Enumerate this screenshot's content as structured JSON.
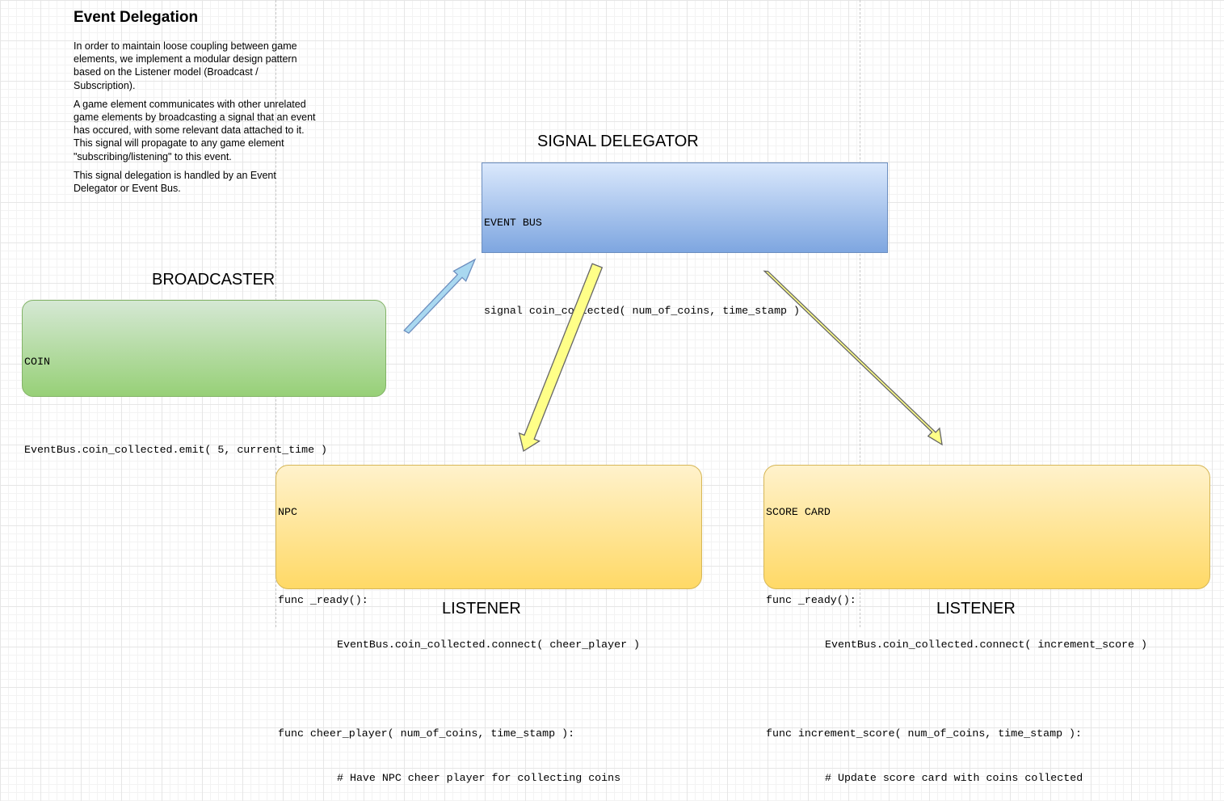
{
  "doc": {
    "title": "Event Delegation",
    "paragraphs": [
      "In order to maintain loose coupling between game elements, we implement a modular design pattern based on the Listener model (Broadcast / Subscription).",
      "A game element communicates with other unrelated game elements by broadcasting a signal that an event has occured, with some relevant data attached to it.  This signal will propagate to any game element \"subscribing/listening\" to this event.",
      "This signal delegation is handled by an Event Delegator or Event Bus."
    ]
  },
  "labels": {
    "signal_delegator": "SIGNAL DELEGATOR",
    "broadcaster": "BROADCASTER",
    "listener_npc": "LISTENER",
    "listener_score": "LISTENER"
  },
  "boxes": {
    "event_bus": {
      "lines": [
        "EVENT BUS",
        "",
        "signal coin_collected( num_of_coins, time_stamp )"
      ]
    },
    "coin": {
      "lines": [
        "COIN",
        "",
        "EventBus.coin_collected.emit( 5, current_time )"
      ]
    },
    "npc": {
      "lines": [
        "NPC",
        "",
        "func _ready():",
        "EventBus.coin_collected.connect( cheer_player )",
        "",
        "func cheer_player( num_of_coins, time_stamp ):",
        "# Have NPC cheer player for collecting coins"
      ]
    },
    "score_card": {
      "lines": [
        "SCORE CARD",
        "",
        "func _ready():",
        "EventBus.coin_collected.connect( increment_score )",
        "",
        "func increment_score( num_of_coins, time_stamp ):",
        "# Update score card with coins collected"
      ]
    }
  },
  "colors": {
    "event_bus_fill_top": "#dae8fc",
    "event_bus_fill_bottom": "#7ea6e0",
    "coin_fill_top": "#d5e8d4",
    "coin_fill_bottom": "#97d077",
    "listener_fill_top": "#fff2cc",
    "listener_fill_bottom": "#ffd966",
    "broadcast_arrow": "#a9d8f0",
    "listen_arrow": "#ffff88"
  }
}
